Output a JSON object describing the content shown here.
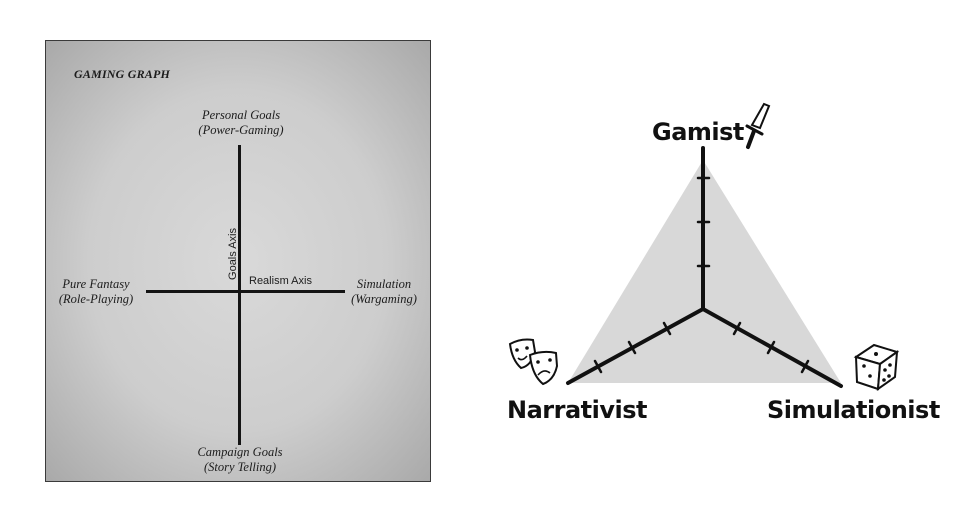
{
  "left_graph": {
    "title": "GAMING GRAPH",
    "top": {
      "line1": "Personal Goals",
      "line2": "(Power-Gaming)"
    },
    "bottom": {
      "line1": "Campaign Goals",
      "line2": "(Story Telling)"
    },
    "left": {
      "line1": "Pure Fantasy",
      "line2": "(Role-Playing)"
    },
    "right": {
      "line1": "Simulation",
      "line2": "(Wargaming)"
    },
    "vertical_axis_label": "Goals Axis",
    "horizontal_axis_label": "Realism Axis"
  },
  "right_diagram": {
    "top_label": "Gamist",
    "left_label": "Narrativist",
    "right_label": "Simulationist",
    "top_icon": "sword-icon",
    "left_icon": "theater-masks-icon",
    "right_icon": "dice-icon",
    "triangle_fill": "#d8d8d8"
  }
}
